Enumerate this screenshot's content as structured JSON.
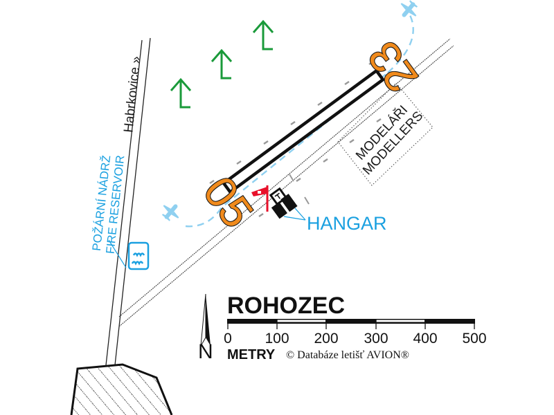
{
  "airfield": {
    "name": "ROHOZEC",
    "runway_designators": {
      "southwest": "05",
      "northeast": "23"
    }
  },
  "labels": {
    "road": "Habrkovice »",
    "fire_reservoir_cz": "POŽÁRNÍ NÁDRŽ",
    "fire_reservoir_en": "FIRE RESERVOIR",
    "modellers_cz": "MODELÁŘI",
    "modellers_en": "MODELLERS",
    "hangar": "HANGAR"
  },
  "scale_bar": {
    "ticks": [
      "0",
      "100",
      "200",
      "300",
      "400",
      "500"
    ],
    "units": "METRY",
    "copyright": "© Databáze letišť AVION®"
  },
  "north_arrow": {
    "letter": "N"
  },
  "icons": {
    "traffic_circuit_planes": [
      "plane-icon-southwest",
      "plane-icon-northeast"
    ],
    "obstacle_arrows": 3,
    "windsock": "windsock-icon",
    "water": "water-icon",
    "built_up_area": "hatched-area"
  },
  "colors": {
    "runway_numbers": "#f08a1c",
    "circuit": "#8fd0f0",
    "labels_blue": "#1aa0e0",
    "obstacles": "#1a9a3a",
    "windsock": "#e8102a",
    "lines": "#1a1a1a"
  }
}
